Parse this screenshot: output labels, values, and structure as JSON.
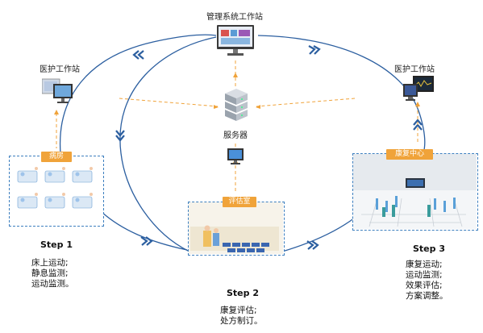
{
  "nodes": {
    "management": {
      "label": "管理系统工作站"
    },
    "doctor_left": {
      "label": "医护工作站"
    },
    "doctor_right": {
      "label": "医护工作站"
    },
    "server": {
      "label": "服务器"
    },
    "ward": {
      "tag": "病房"
    },
    "assessment": {
      "tag": "评估室"
    },
    "rehab": {
      "tag": "康复中心"
    }
  },
  "steps": [
    {
      "title": "Step 1",
      "items": [
        "床上运动;",
        "静息监测;",
        "运动监测。"
      ]
    },
    {
      "title": "Step 2",
      "items": [
        "康复评估;",
        "处方制订。"
      ]
    },
    {
      "title": "Step 3",
      "items": [
        "康复运动;",
        "运动监测;",
        "效果评估;",
        "方案调整。"
      ]
    }
  ],
  "colors": {
    "loop_line": "#2c5fa0",
    "arrow_head": "#2c5fa0",
    "dashed_link": "#f0a33a",
    "tag_bg": "#f0a33a",
    "box_border": "#3d7fbf"
  }
}
